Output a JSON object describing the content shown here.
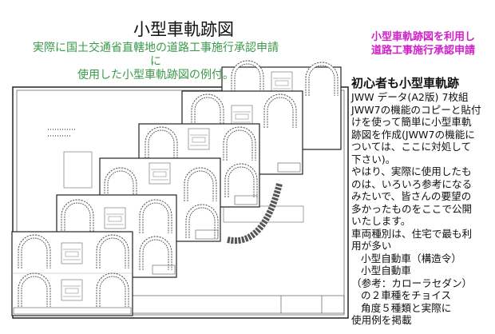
{
  "header": {
    "title": "小型車軌跡図",
    "subtitle_line1": "実際に国土交通省直轄地の道路工事施行承認申請に",
    "subtitle_line2": "使用した小型車軌跡図の例付。"
  },
  "promo": {
    "line1": "小型車軌跡図を利用し",
    "line2": "道路工事施行承認申請"
  },
  "panel": {
    "heading": "初心者も小型車軌跡",
    "lines": [
      "JWW データ(A2版) 7枚組",
      "JWW7の機能のコピーと貼付",
      "けを使って簡単に小型車軌",
      "跡図を作成(JWW7の機能に",
      "ついては、ここに対処して",
      "下さい)。",
      "やはり、実際に使用したも",
      "のは、いろいろ参考になる",
      "みたいで、皆さんの要望の",
      "多かったものをここで公開",
      "いたします。",
      "車両種別は、住宅で最も利",
      "用が多い"
    ],
    "indented": [
      "小型自動車（構造令）",
      "小型自動車"
    ],
    "note": "（参考：カローラセダン）",
    "indented2": [
      "の２車種をチョイス",
      "角度５種類と実際に"
    ],
    "last": "使用例を掲載"
  },
  "colors": {
    "subtitle": "#3a9a4a",
    "promo": "#d020c8"
  }
}
